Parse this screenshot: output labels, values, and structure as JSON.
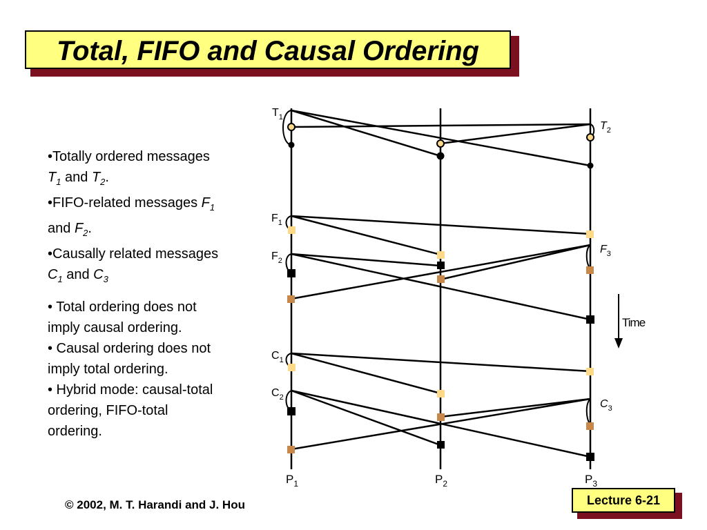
{
  "slide": {
    "title": "Total, FIFO and Causal Ordering",
    "footer": "© 2002, M. T. Harandi and J. Hou",
    "lecture": "Lecture 6-21"
  },
  "bullets": [
    {
      "parts": [
        {
          "t": "•Totally ordered messages "
        },
        {
          "br": true
        },
        {
          "t": "T",
          "i": true
        },
        {
          "t": "1",
          "i": true,
          "sub": true
        },
        {
          "t": " and "
        },
        {
          "t": "T",
          "i": true
        },
        {
          "t": "2",
          "i": true,
          "sub": true
        },
        {
          "t": "."
        }
      ]
    },
    {
      "parts": [
        {
          "t": "•FIFO-related messages "
        },
        {
          "t": "F",
          "i": true
        },
        {
          "t": "1",
          "i": true,
          "sub": true
        },
        {
          "br": true
        },
        {
          "t": "and "
        },
        {
          "t": "F",
          "i": true
        },
        {
          "t": "2",
          "i": true,
          "sub": true
        },
        {
          "t": "."
        }
      ]
    },
    {
      "parts": [
        {
          "t": "•Causally related messages "
        },
        {
          "br": true
        },
        {
          "t": "C",
          "i": true
        },
        {
          "t": "1",
          "i": true,
          "sub": true
        },
        {
          "t": " and "
        },
        {
          "t": "C",
          "i": true
        },
        {
          "t": "3",
          "i": true,
          "sub": true
        }
      ]
    },
    {
      "gap": true
    },
    {
      "parts": [
        {
          "t": "• Total ordering does not "
        },
        {
          "br": true
        },
        {
          "t": "imply causal ordering."
        }
      ]
    },
    {
      "parts": [
        {
          "t": "• Causal ordering does not "
        },
        {
          "br": true
        },
        {
          "t": "imply total ordering."
        }
      ]
    },
    {
      "parts": [
        {
          "t": "• Hybrid mode: causal-total "
        },
        {
          "br": true
        },
        {
          "t": "ordering, FIFO-total "
        },
        {
          "br": true
        },
        {
          "t": "ordering."
        }
      ]
    }
  ],
  "diagram": {
    "processes": [
      {
        "id": "P1",
        "label": "P",
        "sub": "1"
      },
      {
        "id": "P2",
        "label": "P",
        "sub": "2"
      },
      {
        "id": "P3",
        "label": "P",
        "sub": "3"
      }
    ],
    "message_labels": [
      {
        "id": "T1",
        "main": "T",
        "sub": "1",
        "italic": false
      },
      {
        "id": "T2",
        "main": "T",
        "sub": "2",
        "italic": true
      },
      {
        "id": "F1",
        "main": "F",
        "sub": "1",
        "italic": false
      },
      {
        "id": "F2",
        "main": "F",
        "sub": "2",
        "italic": false
      },
      {
        "id": "F3",
        "main": "F",
        "sub": "3",
        "italic": true
      },
      {
        "id": "C1",
        "main": "C",
        "sub": "1",
        "italic": false
      },
      {
        "id": "C2",
        "main": "C",
        "sub": "2",
        "italic": false
      },
      {
        "id": "C3",
        "main": "C",
        "sub": "3",
        "italic": true
      }
    ],
    "time_label": "Time",
    "colors": {
      "light_square": "#ffd98a",
      "brown_square": "#c8884a",
      "black": "#000000",
      "open_circle_fill": "#ffd98a",
      "title_bg": "#ffff80",
      "title_shadow": "#7a1020"
    }
  }
}
